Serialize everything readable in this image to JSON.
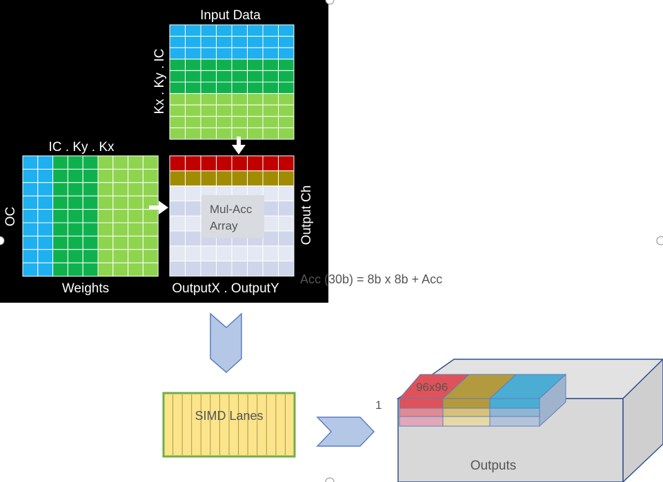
{
  "diagram": {
    "input_data_label": "Input Data",
    "input_side_label": "Kx . Ky . IC",
    "weights_top_label": "IC . Ky . Kx",
    "weights_side_label": "OC",
    "weights_label": "Weights",
    "output_bottom_label": "OutputX . OutputY",
    "output_side_label": "Output Ch",
    "mulacc_line1": "Mul-Acc",
    "mulacc_line2": "Array",
    "acc_formula": "Acc (30b) = 8b x 8b + Acc",
    "simd_label": "SIMD Lanes",
    "tile_label": "96x96",
    "depth_label": "1",
    "outputs_label": "Outputs"
  },
  "colors": {
    "blue": "#1fb0ef",
    "green": "#0fb14e",
    "light_green": "#8fd44f",
    "red": "#c00000",
    "olive": "#a08c00",
    "lavender": "#cfd5ea",
    "lavender_light": "#e4e8f3",
    "arrow_fill": "#b4c7e7",
    "arrow_stroke": "#5b7fbf",
    "simd_fill": "#fbe48a",
    "simd_stroke": "#70ad47"
  }
}
